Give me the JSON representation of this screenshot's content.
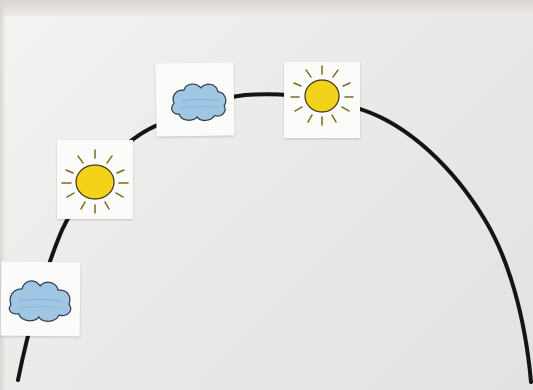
{
  "scene": {
    "background_color": "#ecebea",
    "line_color": "#111111",
    "sun_color": "#f3d31a",
    "cloud_color": "#9fc7e4",
    "cards": [
      {
        "id": "cloud-1",
        "icon": "cloud-icon"
      },
      {
        "id": "sun-1",
        "icon": "sun-icon"
      },
      {
        "id": "cloud-2",
        "icon": "cloud-icon"
      },
      {
        "id": "sun-2",
        "icon": "sun-icon"
      }
    ]
  }
}
